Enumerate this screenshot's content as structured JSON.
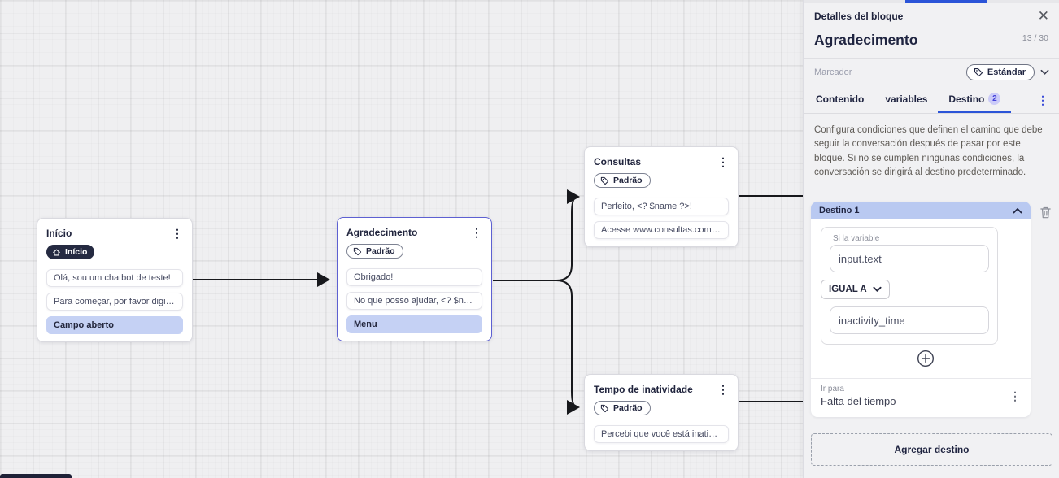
{
  "canvas": {
    "nodes": [
      {
        "title": "Início",
        "badge": "Início",
        "rows": [
          {
            "text": "Olá, sou um chatbot de teste!"
          },
          {
            "text": "Para começar, por favor digite o ..."
          },
          {
            "text": "Campo aberto"
          }
        ]
      },
      {
        "title": "Agradecimento",
        "badge": "Padrão",
        "rows": [
          {
            "text": "Obrigado!"
          },
          {
            "text": "No que posso ajudar, <? $name ..."
          },
          {
            "text": "Menu"
          }
        ]
      },
      {
        "title": "Consultas",
        "badge": "Padrão",
        "rows": [
          {
            "text": "Perfeito, <? $name ?>!"
          },
          {
            "text": "Acesse www.consultas.com par..."
          }
        ]
      },
      {
        "title": "Tempo de inatividade",
        "badge": "Padrão",
        "rows": [
          {
            "text": "Percebi que você está inativo. C..."
          }
        ]
      }
    ]
  },
  "panel": {
    "header": "Detalles del bloque",
    "title": "Agradecimento",
    "counter": "13 / 30",
    "marker_placeholder": "Marcador",
    "marker_value": "Estándar",
    "tabs": [
      {
        "label": "Contenido"
      },
      {
        "label": "variables"
      },
      {
        "label": "Destino",
        "badge": "2"
      }
    ],
    "description": "Configura condiciones que definen el camino que debe seguir la conversación después de pasar por este bloque. Si no se cumplen ningunas condiciones, la conversación se dirigirá al destino predeterminado.",
    "destination": {
      "header": "Destino 1",
      "condition_label": "Si la variable",
      "variable_value": "input.text",
      "operator": "IGUAL A",
      "compare_value": "inactivity_time",
      "goto_label": "Ir para",
      "goto_value": "Falta del tiempo"
    },
    "add_button": "Agregar destino"
  },
  "icons": {
    "close": "✕",
    "kebab_vertical": "⋮"
  },
  "colors": {
    "accent_blue": "#2b54d8",
    "highlight_row": "#c5d1f4",
    "destino_header_bg": "#b9c9f1",
    "node_selected_border": "#5d60d2",
    "dark_badge_bg": "#252a41",
    "tab_badge_bg": "#cbcbf8",
    "tab_badge_text": "#4340d9",
    "edge": "#17181c",
    "canvas_bg": "#efeff1",
    "panel_bg": "#f1f1f3"
  }
}
